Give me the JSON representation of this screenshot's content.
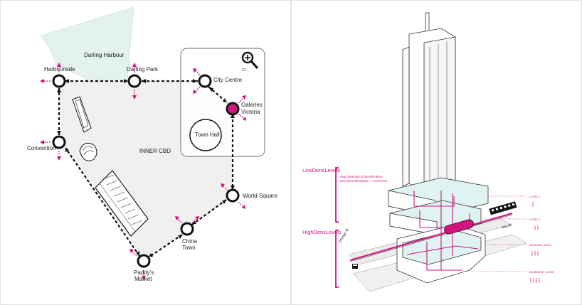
{
  "colors": {
    "accent": "#d4137f",
    "harbour_fill": "#e3f1ef",
    "cbd_fill": "#eeeeee",
    "glass": "#dff4f2",
    "line": "#111111"
  },
  "map": {
    "harbour_label": "Darling Harbour",
    "cbd_label": "INNER CBD",
    "zoom_label": "Z1",
    "town_hall_label": "Town Hall",
    "stations": [
      {
        "id": "harbourside",
        "lines": [
          "Harbourside"
        ],
        "highlight": false
      },
      {
        "id": "darling-park",
        "lines": [
          "Darling Park"
        ],
        "highlight": false
      },
      {
        "id": "city-centre",
        "lines": [
          "City Centre"
        ],
        "highlight": false
      },
      {
        "id": "galeries-victoria",
        "lines": [
          "Galeries",
          "Victoria"
        ],
        "highlight": true
      },
      {
        "id": "convention",
        "lines": [
          "Convention"
        ],
        "highlight": false
      },
      {
        "id": "world-square",
        "lines": [
          "World Square"
        ],
        "highlight": false
      },
      {
        "id": "china-town",
        "lines": [
          "China",
          "Town"
        ],
        "highlight": false
      },
      {
        "id": "paddys-market",
        "lines": [
          "Paddy's",
          "Market"
        ],
        "highlight": false
      }
    ]
  },
  "section": {
    "low_dens_label": "LowDensLevels",
    "high_dens_label": "HighDensLevels",
    "note_lines": [
      "High potential of Densification",
      "Old Monorail Station = Connector"
    ],
    "street_george": "George St",
    "street_pitt": "Pitt St",
    "levels": [
      "LEVEL 2",
      "LEVEL 1",
      "GROUND LEVEL",
      "BASEMENT LEVEL"
    ]
  }
}
